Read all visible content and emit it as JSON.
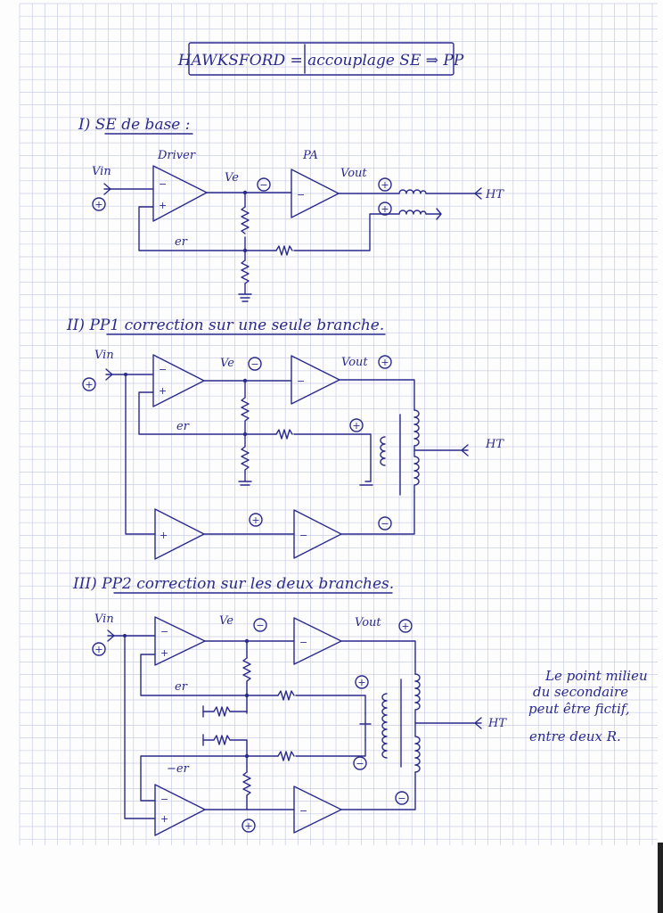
{
  "title": "HAWKSFORD = accouplage SE ⇒ PP",
  "sections": [
    {
      "heading": "I) SE de base :",
      "driver_label": "Driver",
      "pa_label": "PA",
      "vin_label": "Vin",
      "ve_label": "Ve",
      "vout_label": "Vout",
      "er_label": "er",
      "ht_label": "HT",
      "signs": [
        "+",
        "−",
        "+",
        "+",
        "+",
        "−",
        "+"
      ]
    },
    {
      "heading": "II) PP1 correction sur une seule branche.",
      "vin_label": "Vin",
      "ve_label": "Ve",
      "vout_label": "Vout",
      "er_label": "er",
      "ht_label": "HT",
      "signs": [
        "+",
        "−",
        "+",
        "−",
        "+",
        "+",
        "−"
      ]
    },
    {
      "heading": "III) PP2 correction sur les deux branches.",
      "vin_label": "Vin",
      "ve_label": "Ve",
      "vout_label": "Vout",
      "er_label": "er",
      "minus_er_label": "−er",
      "ht_label": "HT",
      "signs": [
        "+",
        "−",
        "+",
        "−",
        "+",
        "+",
        "−",
        "+",
        "−",
        "+",
        "−",
        "+"
      ],
      "note": [
        "Le point milieu",
        "du secondaire",
        "peut être fictif,",
        "entre deux R."
      ]
    }
  ],
  "colors": {
    "ink": "#2a2a8c",
    "grid": "#c9cde4",
    "paper": "#fdfdfe"
  }
}
